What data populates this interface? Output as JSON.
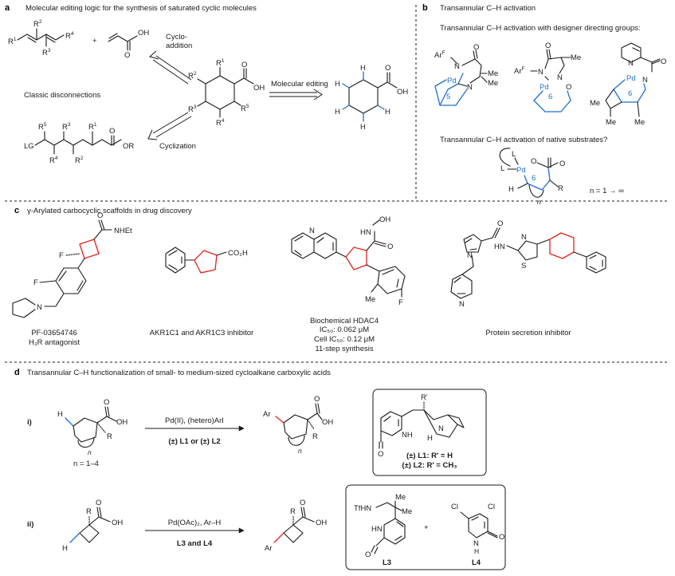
{
  "panel_a": {
    "letter": "a",
    "title": "Molecular editing logic for the synthesis of saturated cyclic molecules",
    "cycloaddition": [
      "Cyclo-",
      "addition"
    ],
    "classic": "Classic disconnections",
    "cyclization": "Cyclization",
    "mol_editing": "Molecular editing",
    "atoms": {
      "R1": "R",
      "R2": "R",
      "R3": "R",
      "R4": "R",
      "R5": "R",
      "sup1": "1",
      "sup2": "2",
      "sup3": "3",
      "sup4": "4",
      "sup5": "5",
      "OH": "OH",
      "O": "O",
      "H": "H",
      "LG": "LG",
      "OR": "OR"
    }
  },
  "panel_b": {
    "letter": "b",
    "title": "Transannular C–H activation",
    "sub1": "Transannular C–H activation with designer directing groups:",
    "sub2": "Transannular C–H activation of native substrates?",
    "Pd": "Pd",
    "N": "N",
    "O": "O",
    "Me": "Me",
    "ArF": "Ar",
    "ArF_sup": "F",
    "L": "L",
    "H": "H",
    "R": "R",
    "n": "n",
    "ring5": "5",
    "ring6": "6",
    "n_range": "n = 1 → ∞"
  },
  "panel_c": {
    "letter": "c",
    "title": "γ-Arylated carbocyclic scaffolds in drug discovery",
    "mol1": {
      "name": "PF-03654746",
      "desc": "H₃R antagonist",
      "F1": "F",
      "F2": "F",
      "NHEt": "NHEt",
      "O": "O",
      "N": "N"
    },
    "mol2": {
      "desc": "AKR1C1 and AKR1C3 inhibitor",
      "CO2H": "CO₂H"
    },
    "mol3": {
      "lines": [
        "Biochemical HDAC4",
        "IC₅₀: 0.062 μM",
        "Cell IC₅₀: 0.12 μM",
        "11-step synthesis"
      ],
      "N": "N",
      "OH": "OH",
      "HN": "HN",
      "O": "O",
      "Me": "Me",
      "F": "F"
    },
    "mol4": {
      "desc": "Protein secretion inhibitor",
      "N": "N",
      "HN": "HN",
      "O": "O",
      "S": "S"
    }
  },
  "panel_d": {
    "letter": "d",
    "title": "Transannular C–H functionalization of small- to medium-sized cycloalkane carboxylic acids",
    "row1": {
      "label": "i)",
      "reagents": "Pd(II), (hetero)ArI",
      "ligands": "(±) L1 or (±) L2",
      "n_range": "n = 1–4",
      "H": "H",
      "O": "O",
      "OH": "OH",
      "R": "R",
      "n": "n",
      "Ar": "Ar"
    },
    "box1": {
      "Rprime": "R'",
      "NH": "NH",
      "H": "H",
      "N": "N",
      "O": "O",
      "L1": "(±) L1: R′ = H",
      "L2": "(±) L2: R′ = CH₃"
    },
    "row2": {
      "label": "ii)",
      "reagents": "Pd(OAc)₂, Ar–H",
      "ligands": "L3 and L4",
      "H": "H",
      "O": "O",
      "OH": "OH",
      "R": "R",
      "Ar": "Ar"
    },
    "box2": {
      "TfHN": "TfHN",
      "Me1": "Me",
      "Me2": "Me",
      "HN": "HN",
      "O": "O",
      "plus": "+",
      "Cl1": "Cl",
      "Cl2": "Cl",
      "NH": "N",
      "H": "H",
      "L3": "L3",
      "L4": "L4"
    }
  }
}
